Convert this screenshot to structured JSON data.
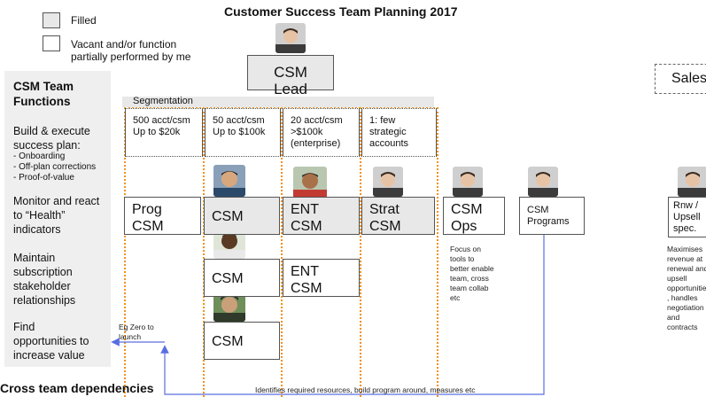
{
  "title": "Customer Success Team Planning 2017",
  "legend": {
    "filled": "Filled",
    "vacant_line1": "Vacant and/or function",
    "vacant_line2": "partially performed by me"
  },
  "lead": "CSM Lead",
  "sales": "Sales",
  "sidebar": {
    "heading_line1": "CSM Team",
    "heading_line2": "Functions",
    "f1_line1": "Build & execute",
    "f1_line2": "success plan:",
    "f1_bullets": [
      "- Onboarding",
      "- Off-plan corrections",
      "- Proof-of-value"
    ],
    "f2_line1": "Monitor and react",
    "f2_line2": "to “Health”",
    "f2_line3": "indicators",
    "f3_line1": "Maintain",
    "f3_line2": "subscription",
    "f3_line3": "stakeholder",
    "f3_line4": "relationships",
    "f4_line1": "Find",
    "f4_line2": "opportunities to",
    "f4_line3": "increase value"
  },
  "segmentation": {
    "label": "Segmentation",
    "segments": [
      {
        "line1": "500 acct/csm",
        "line2": "Up to $20k",
        "line3": ""
      },
      {
        "line1": "50 acct/csm",
        "line2": "Up to $100k",
        "line3": ""
      },
      {
        "line1": "20 acct/csm",
        "line2": ">$100k",
        "line3": "(enterprise)"
      },
      {
        "line1": "1: few",
        "line2": "strategic",
        "line3": "accounts"
      }
    ]
  },
  "roles": {
    "prog_csm": {
      "line1": "Prog",
      "line2": "CSM"
    },
    "csm_a": "CSM",
    "csm_b": "CSM",
    "csm_c": "CSM",
    "ent_a": {
      "line1": "ENT",
      "line2": "CSM"
    },
    "ent_b": {
      "line1": "ENT",
      "line2": "CSM"
    },
    "strat": {
      "line1": "Strat",
      "line2": "CSM"
    },
    "ops": {
      "line1": "CSM",
      "line2": "Ops"
    },
    "programs": {
      "line1": "CSM",
      "line2": "Programs"
    },
    "rnw": {
      "line1": "Rnw /",
      "line2": "Upsell",
      "line3": "spec."
    }
  },
  "descriptions": {
    "ops": [
      "Focus on",
      "tools to",
      "better enable",
      "team, cross",
      "team collab",
      "etc"
    ],
    "rnw": [
      "Maximises",
      "revenue at",
      "renewal and",
      "upsell",
      "opportunities",
      ", handles",
      "negotiation",
      "and",
      "contracts"
    ]
  },
  "annotations": {
    "zero_line1": "Eg Zero to",
    "zero_line2": "launch",
    "identifies": "Identifies required resources, build program around, measures etc"
  },
  "cross_team": "Cross team dependencies",
  "colors": {
    "orange_dots": "#f0921f",
    "arrow_blue": "#5a6ee0",
    "filled_gray": "#e8e8e8"
  }
}
